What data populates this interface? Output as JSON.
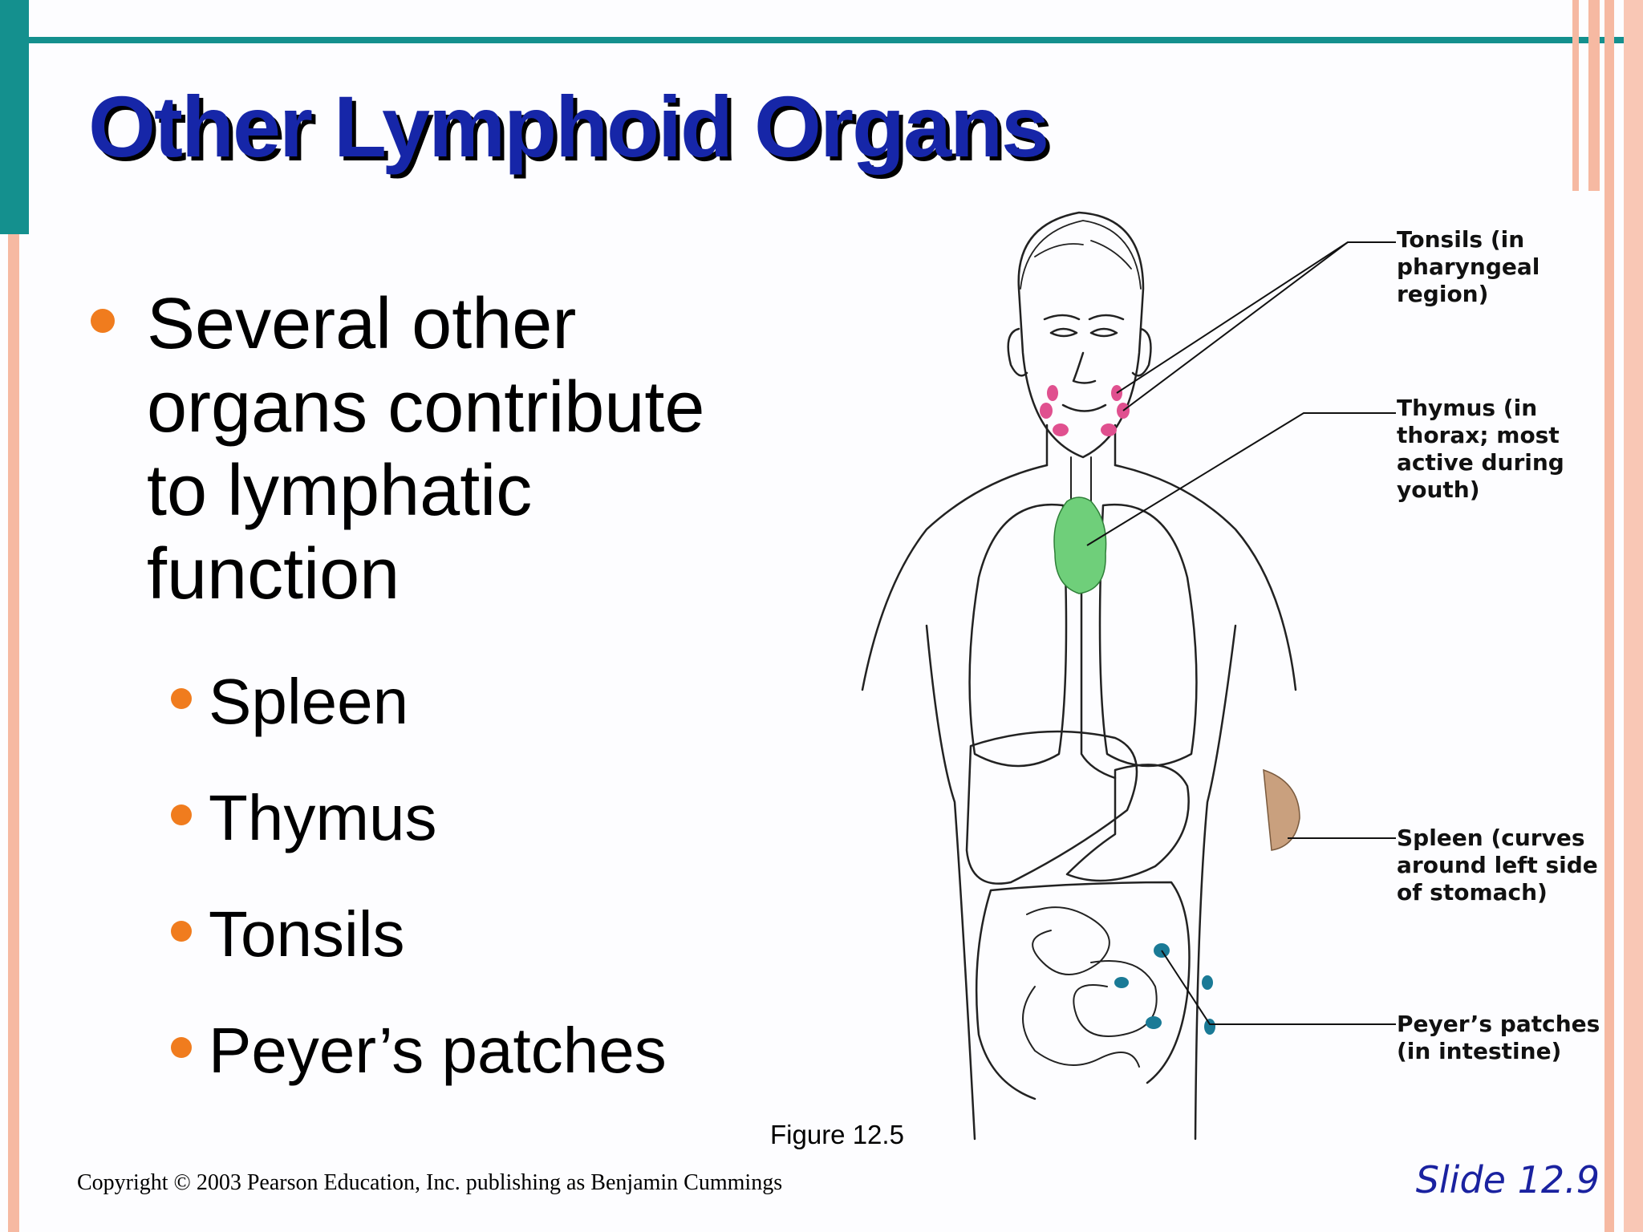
{
  "slide": {
    "title": "Other Lymphoid Organs",
    "main_bullet": "Several other organs contribute to lymphatic function",
    "sub_bullets": [
      "Spleen",
      "Thymus",
      "Tonsils",
      "Peyer’s patches"
    ],
    "figure_caption": "Figure 12.5",
    "copyright": "Copyright © 2003 Pearson Education, Inc. publishing as Benjamin Cummings",
    "slide_number": "Slide 12.9"
  },
  "figure": {
    "labels": {
      "tonsils": [
        "Tonsils (in",
        "pharyngeal",
        "region)"
      ],
      "thymus": [
        "Thymus (in",
        "thorax; most",
        "active during",
        "youth)"
      ],
      "spleen": [
        "Spleen (curves",
        "around left side",
        "of stomach)"
      ],
      "peyers": [
        "Peyer’s patches",
        "(in intestine)"
      ]
    }
  },
  "colors": {
    "title": "#1626a8",
    "bullet": "#f07c1e",
    "teal_bar": "#14908e",
    "salmon_stripe": "#f6b9a2",
    "tonsils": "#e0508f",
    "thymus": "#6fcf7a",
    "spleen": "#c9a07e",
    "peyers": "#1a7a96"
  }
}
